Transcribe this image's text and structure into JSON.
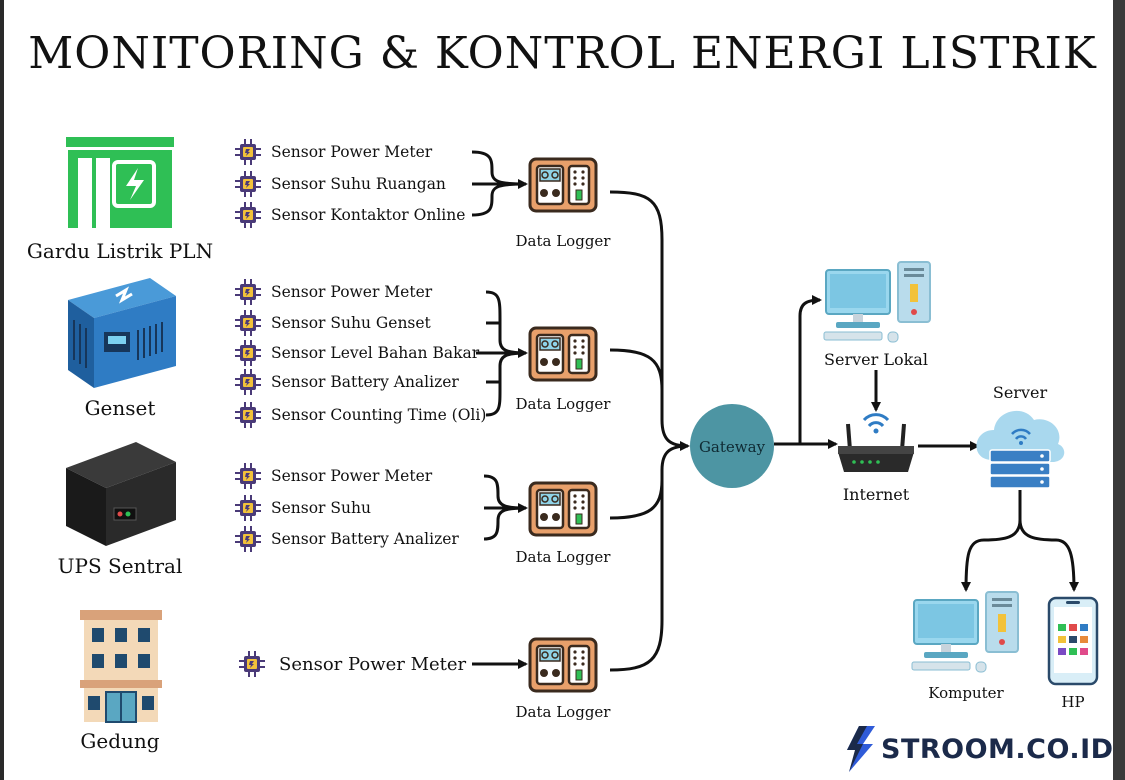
{
  "title": "MONITORING & KONTROL ENERGI LISTRIK",
  "sources": [
    {
      "label": "Gardu Listrik PLN",
      "icon": "power-station-icon"
    },
    {
      "label": "Genset",
      "icon": "generator-icon"
    },
    {
      "label": "UPS Sentral",
      "icon": "ups-icon"
    },
    {
      "label": "Gedung",
      "icon": "building-icon"
    }
  ],
  "sensor_groups": [
    [
      "Sensor Power Meter",
      "Sensor Suhu Ruangan",
      "Sensor Kontaktor Online"
    ],
    [
      "Sensor Power Meter",
      "Sensor Suhu Genset",
      "Sensor Level Bahan Bakar",
      "Sensor Battery Analizer",
      "Sensor Counting Time (Oli)"
    ],
    [
      "Sensor Power Meter",
      "Sensor Suhu",
      "Sensor Battery Analizer"
    ],
    [
      "Sensor Power Meter"
    ]
  ],
  "data_logger_label": "Data Logger",
  "gateway_label": "Gateway",
  "server_lokal_label": "Server Lokal",
  "internet_label": "Internet",
  "server_label": "Server",
  "komputer_label": "Komputer",
  "hp_label": "HP",
  "brand": "STROOM.CO.ID",
  "colors": {
    "green": "#2fbf55",
    "gateway": "#4d95a3",
    "logger_body": "#e8a06b",
    "logger_dark": "#3a2a1e",
    "cloud": "#a9d8ee",
    "brand": "#1b2a4a"
  }
}
